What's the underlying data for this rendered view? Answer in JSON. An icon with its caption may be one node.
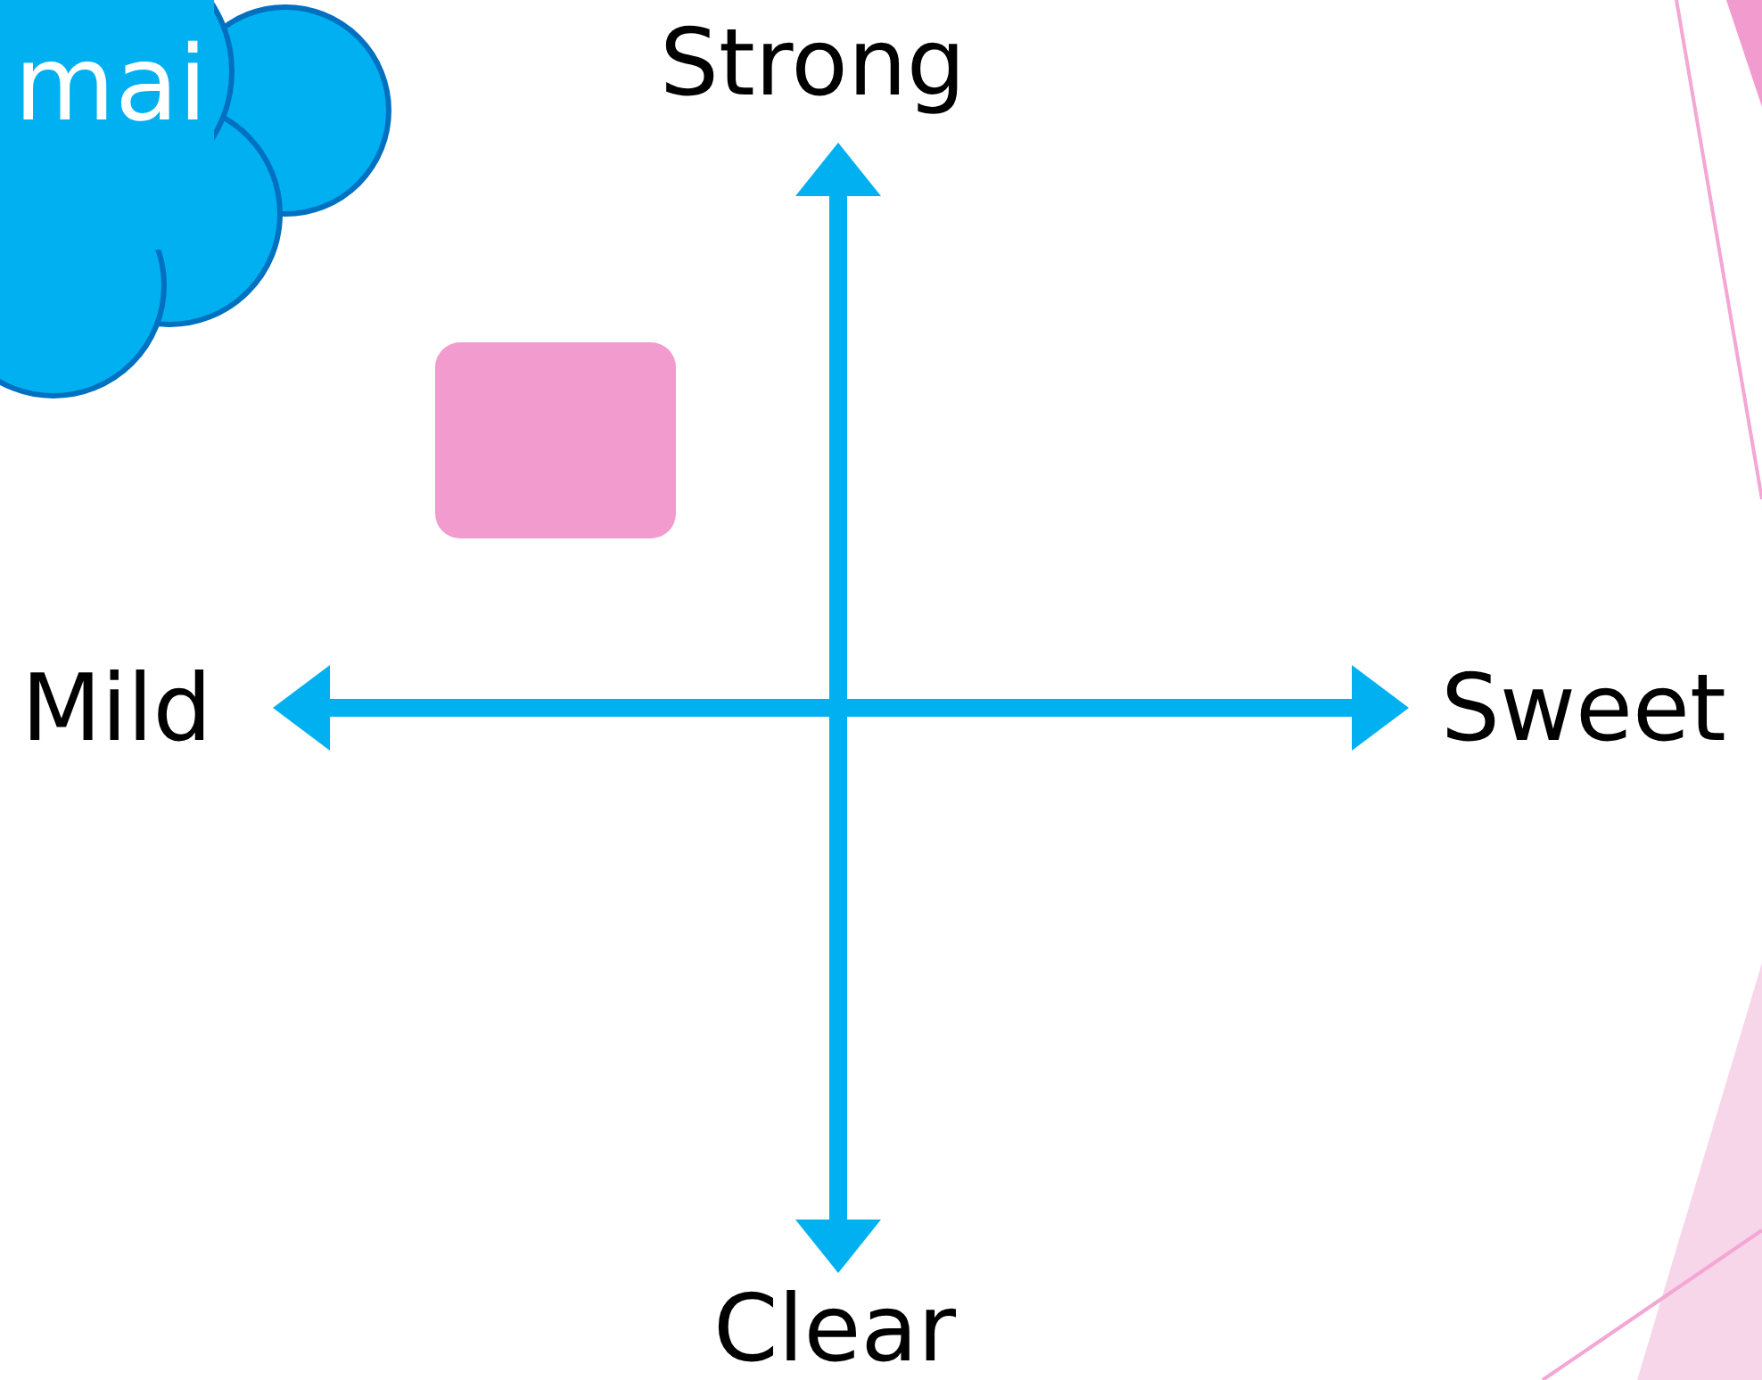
{
  "diagram": {
    "nodes": [
      {
        "text": [
          "mai"
        ]
      },
      {
        "text": [],
        "shape": "box"
      }
    ],
    "edges": [],
    "labels": [
      "Strong",
      "Mild",
      "Sweet",
      "Clear"
    ]
  }
}
